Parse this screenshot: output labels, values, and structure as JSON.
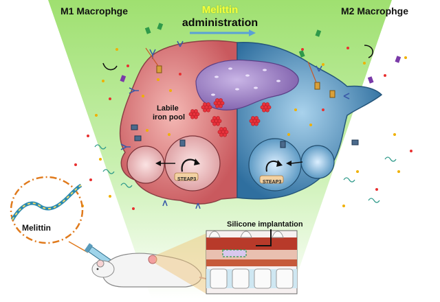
{
  "labels": {
    "m1": "M1 Macrophge",
    "m2": "M2 Macrophge",
    "treatment": "Melittin",
    "administration": "administration",
    "labile_line1": "Labile",
    "labile_line2": "iron pool",
    "steap_left": "STEAP3",
    "steap_right": "STEAP3",
    "implant": "Silicone implantation",
    "peptide": "Melittin"
  },
  "colors": {
    "m1_cell": "#d9787a",
    "m2_cell": "#3f86b8",
    "nucleus": "#9a7cc4",
    "background_glow": "#a9e27a",
    "title_highlight": "#f5ff3a",
    "arrow": "#5aa0d6",
    "iron_cluster": "#e8323c",
    "implant_ring": "#e07a1c"
  },
  "icons": [
    "arrow-right-icon",
    "mouse-icon",
    "syringe-icon",
    "helix-icon",
    "iron-cluster-icon",
    "receptor-icon",
    "spine-icon"
  ]
}
